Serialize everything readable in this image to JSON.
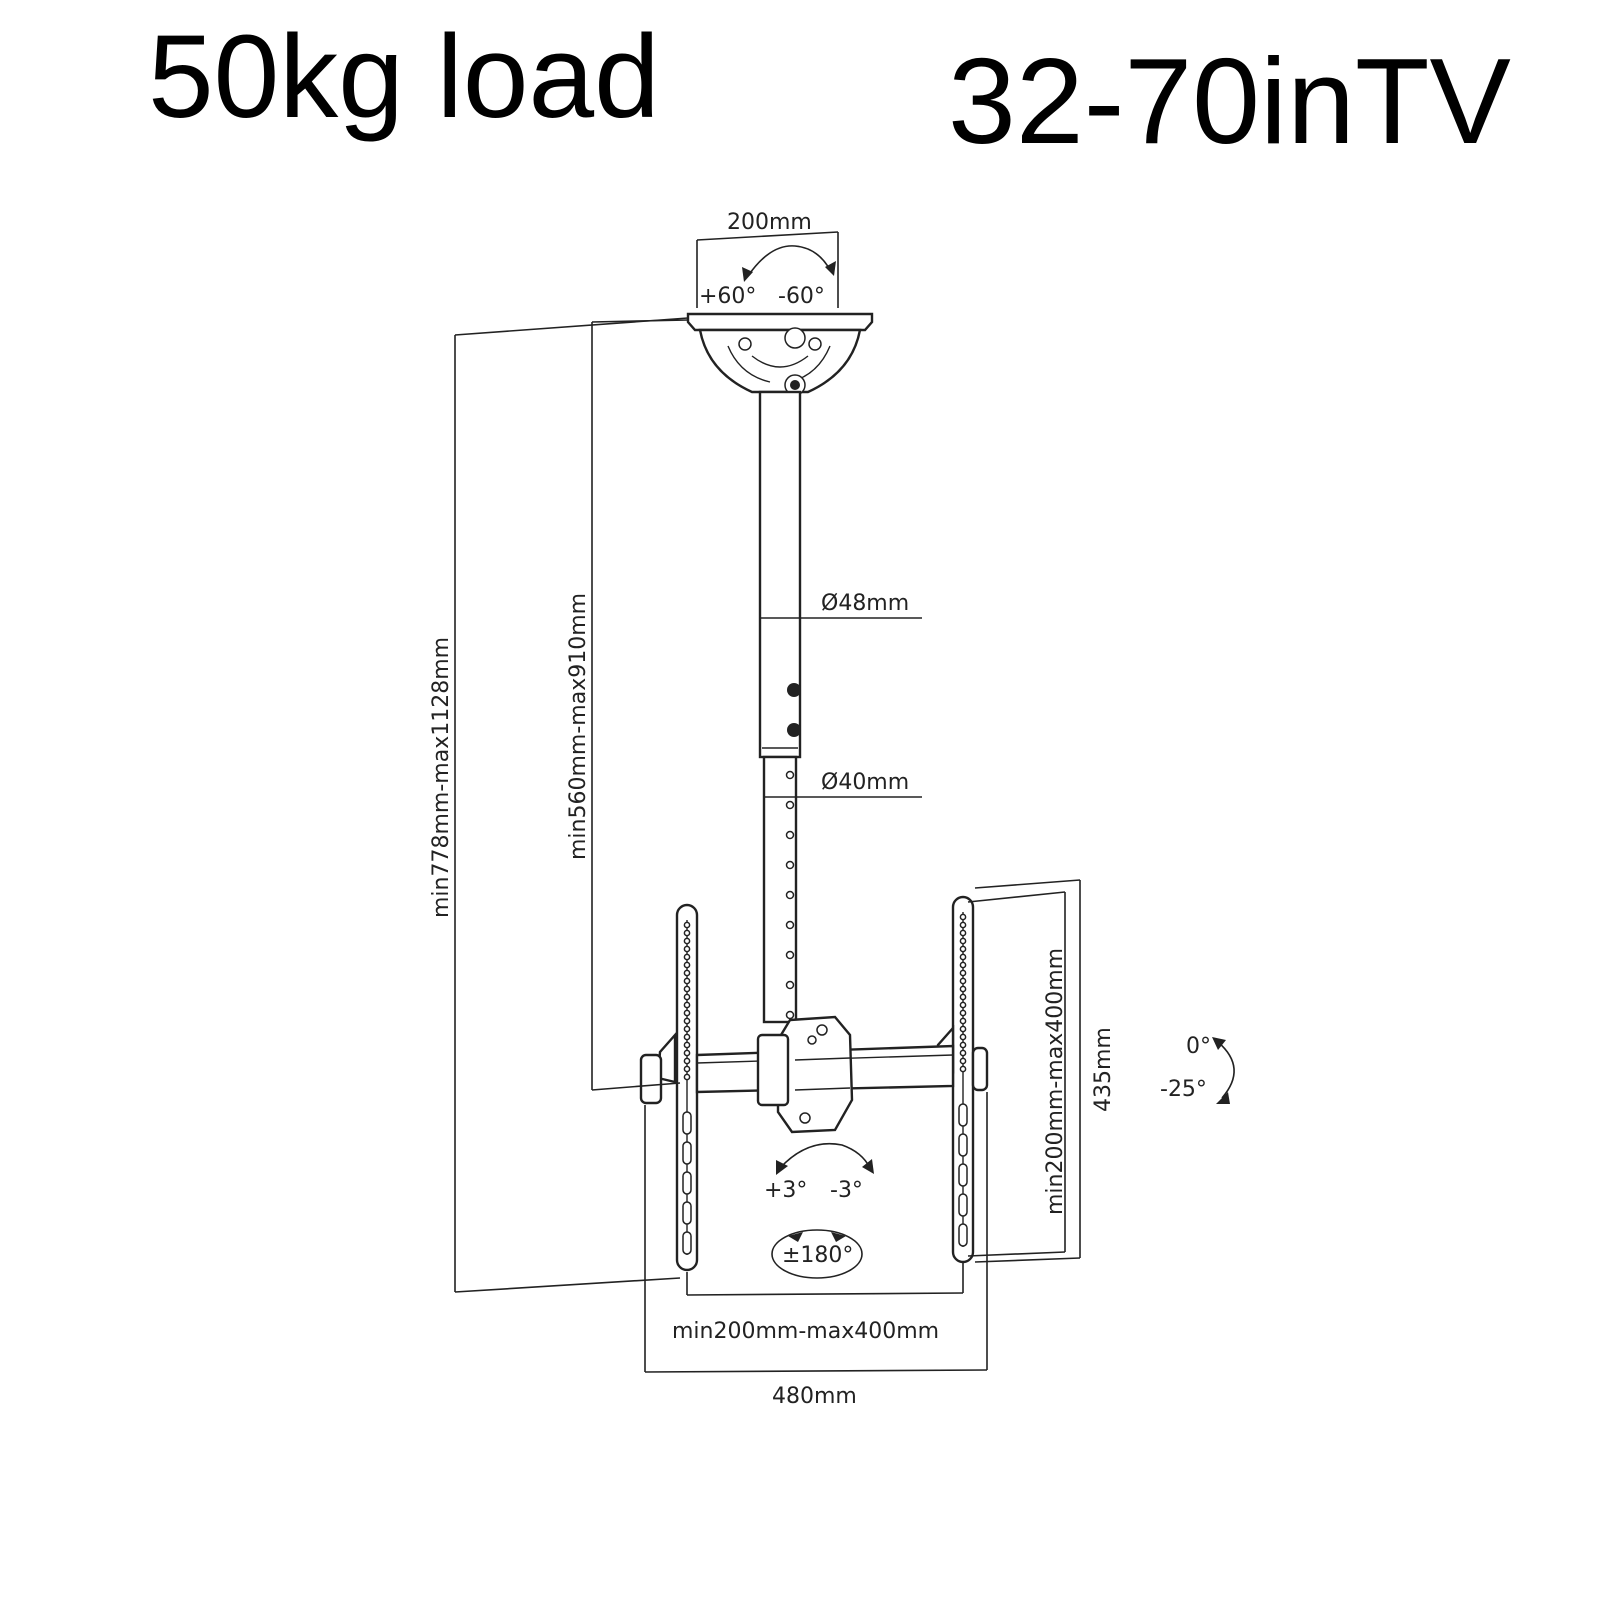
{
  "headline": {
    "load": "50kg load",
    "tv_size": "32-70inTV"
  },
  "dimensions": {
    "ceiling_plate_width": "200mm",
    "swivel_plus": "+60°",
    "swivel_minus": "-60°",
    "overall_height": "min778mm-max1128mm",
    "pole_height": "min560mm-max910mm",
    "outer_tube_diameter": "Ø48mm",
    "inner_tube_diameter": "Ø40mm",
    "vesa_vertical": "min200mm-max400mm",
    "arm_height": "435mm",
    "tilt_top": "0°",
    "tilt_bottom": "-25°",
    "level_plus": "+3°",
    "level_minus": "-3°",
    "rotation": "±180°",
    "vesa_horizontal": "min200mm-max400mm",
    "bracket_width": "480mm"
  }
}
